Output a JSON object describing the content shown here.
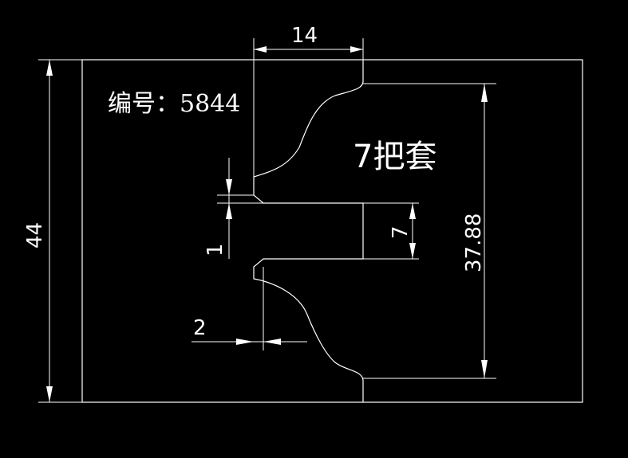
{
  "drawing": {
    "part_number_label": "编号：5844",
    "part_name": "7把套",
    "line_color": "#ffffff",
    "background_color": "#000000"
  },
  "dimensions": {
    "overall_height": "44",
    "top_width": "14",
    "profile_height": "37.88",
    "bore_height": "7",
    "lip_step": "1",
    "lip_offset": "2"
  }
}
